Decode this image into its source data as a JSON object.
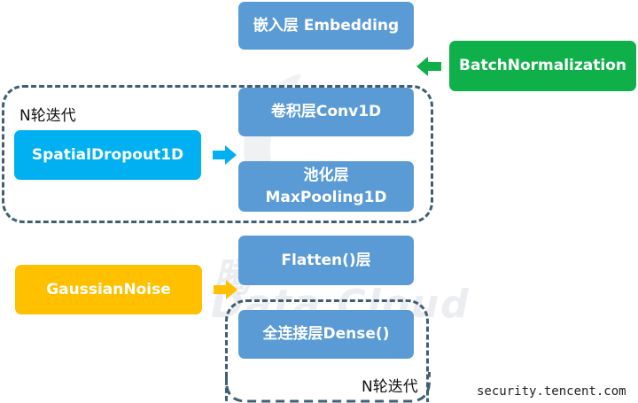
{
  "layers": {
    "embedding": "嵌入层 Embedding",
    "batchnorm": "BatchNormalization",
    "conv1d": "卷积层Conv1D",
    "pooling_line1": "池化层",
    "pooling_line2": "MaxPooling1D",
    "spatial_dropout": "SpatialDropout1D",
    "flatten": "Flatten()层",
    "gaussian_noise": "GaussianNoise",
    "dense": "全连接层Dense()"
  },
  "loops": {
    "top_label": "N轮迭代",
    "bottom_label": "N轮迭代"
  },
  "watermark": {
    "text_top": "腾",
    "text_bottom": "Data Cloud"
  },
  "footer": {
    "source": "security.tencent.com"
  },
  "colors": {
    "layer_blue": "#5b9bd5",
    "dropout_cyan": "#00b0f0",
    "batchnorm_green": "#0fb04a",
    "noise_amber": "#ffc000",
    "loop_border": "#3f5f75"
  }
}
